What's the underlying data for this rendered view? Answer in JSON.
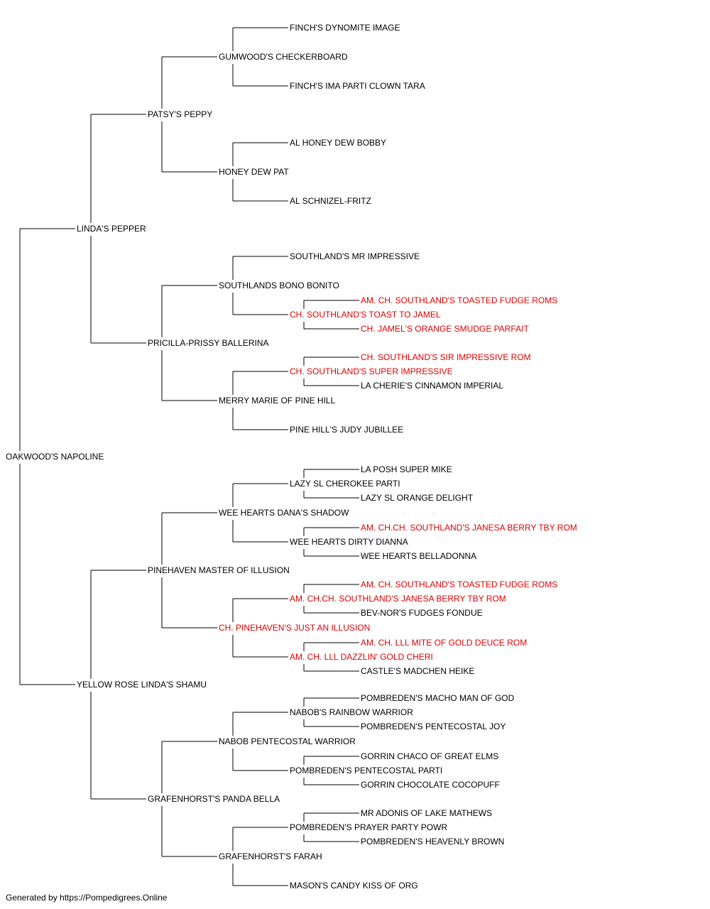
{
  "colors": {
    "normal": "#000000",
    "champion": "#e00000"
  },
  "pedigree": {
    "name": "OAKWOOD'S NAPOLINE",
    "highlight": false,
    "sire": {
      "name": "LINDA'S PEPPER",
      "highlight": false,
      "sire": {
        "name": "PATSY'S PEPPY",
        "highlight": false,
        "sire": {
          "name": "GUMWOOD'S CHECKERBOARD",
          "highlight": false,
          "sire": {
            "name": "FINCH'S DYNOMITE IMAGE",
            "highlight": false
          },
          "dam": {
            "name": "FINCH'S IMA PARTI CLOWN TARA",
            "highlight": false
          }
        },
        "dam": {
          "name": "HONEY DEW PAT",
          "highlight": false,
          "sire": {
            "name": "AL HONEY DEW BOBBY",
            "highlight": false
          },
          "dam": {
            "name": "AL SCHNIZEL-FRITZ",
            "highlight": false
          }
        }
      },
      "dam": {
        "name": "PRICILLA-PRISSY BALLERINA",
        "highlight": false,
        "sire": {
          "name": "SOUTHLANDS BONO BONITO",
          "highlight": false,
          "sire": {
            "name": "SOUTHLAND'S MR IMPRESSIVE",
            "highlight": false
          },
          "dam": {
            "name": "CH. SOUTHLAND'S TOAST TO JAMEL",
            "highlight": true,
            "sire": {
              "name": "AM. CH. SOUTHLAND'S TOASTED FUDGE ROMS",
              "highlight": true
            },
            "dam": {
              "name": "CH. JAMEL'S ORANGE SMUDGE PARFAIT",
              "highlight": true
            }
          }
        },
        "dam": {
          "name": "MERRY MARIE OF PINE HILL",
          "highlight": false,
          "sire": {
            "name": "CH. SOUTHLAND'S SUPER IMPRESSIVE",
            "highlight": true,
            "sire": {
              "name": "CH. SOUTHLAND'S SIR IMPRESSIVE ROM",
              "highlight": true
            },
            "dam": {
              "name": "LA CHERIE'S CINNAMON IMPERIAL",
              "highlight": false
            }
          },
          "dam": {
            "name": "PINE HILL'S JUDY JUBILLEE",
            "highlight": false
          }
        }
      }
    },
    "dam": {
      "name": "YELLOW ROSE LINDA'S SHAMU",
      "highlight": false,
      "sire": {
        "name": "PINEHAVEN MASTER OF ILLUSION",
        "highlight": false,
        "sire": {
          "name": "WEE HEARTS DANA'S SHADOW",
          "highlight": false,
          "sire": {
            "name": "LAZY SL CHEROKEE PARTI",
            "highlight": false,
            "sire": {
              "name": "LA POSH SUPER MIKE",
              "highlight": false
            },
            "dam": {
              "name": "LAZY SL ORANGE DELIGHT",
              "highlight": false
            }
          },
          "dam": {
            "name": "WEE HEARTS DIRTY DIANNA",
            "highlight": false,
            "sire": {
              "name": "AM. CH.CH. SOUTHLAND'S JANESA BERRY TBY ROM",
              "highlight": true
            },
            "dam": {
              "name": "WEE HEARTS BELLADONNA",
              "highlight": false
            }
          }
        },
        "dam": {
          "name": "CH. PINEHAVEN'S JUST AN ILLUSION",
          "highlight": true,
          "sire": {
            "name": "AM. CH.CH. SOUTHLAND'S JANESA BERRY TBY ROM",
            "highlight": true,
            "sire": {
              "name": "AM. CH. SOUTHLAND'S TOASTED FUDGE ROMS",
              "highlight": true
            },
            "dam": {
              "name": "BEV-NOR'S FUDGES FONDUE",
              "highlight": false
            }
          },
          "dam": {
            "name": "AM. CH. LLL DAZZLIN' GOLD CHERI",
            "highlight": true,
            "sire": {
              "name": "AM. CH. LLL MITE OF GOLD DEUCE ROM",
              "highlight": true
            },
            "dam": {
              "name": "CASTLE'S MADCHEN HEIKE",
              "highlight": false
            }
          }
        }
      },
      "dam": {
        "name": "GRAFENHORST'S PANDA BELLA",
        "highlight": false,
        "sire": {
          "name": "NABOB PENTECOSTAL WARRIOR",
          "highlight": false,
          "sire": {
            "name": "NABOB'S RAINBOW WARRIOR",
            "highlight": false,
            "sire": {
              "name": "POMBREDEN'S MACHO MAN OF GOD",
              "highlight": false
            },
            "dam": {
              "name": "POMBREDEN'S PENTECOSTAL JOY",
              "highlight": false
            }
          },
          "dam": {
            "name": "POMBREDEN'S PENTECOSTAL PARTI",
            "highlight": false,
            "sire": {
              "name": "GORRIN CHACO OF GREAT ELMS",
              "highlight": false
            },
            "dam": {
              "name": "GORRIN CHOCOLATE COCOPUFF",
              "highlight": false
            }
          }
        },
        "dam": {
          "name": "GRAFENHORST'S FARAH",
          "highlight": false,
          "sire": {
            "name": "POMBREDEN'S PRAYER PARTY POWR",
            "highlight": false,
            "sire": {
              "name": "MR ADONIS OF LAKE MATHEWS",
              "highlight": false
            },
            "dam": {
              "name": "POMBREDEN'S HEAVENLY BROWN",
              "highlight": false
            }
          },
          "dam": {
            "name": "MASON'S CANDY KISS OF ORG",
            "highlight": false
          }
        }
      }
    }
  },
  "footer": {
    "text": "Generated by https://Pompedigrees.Online"
  }
}
